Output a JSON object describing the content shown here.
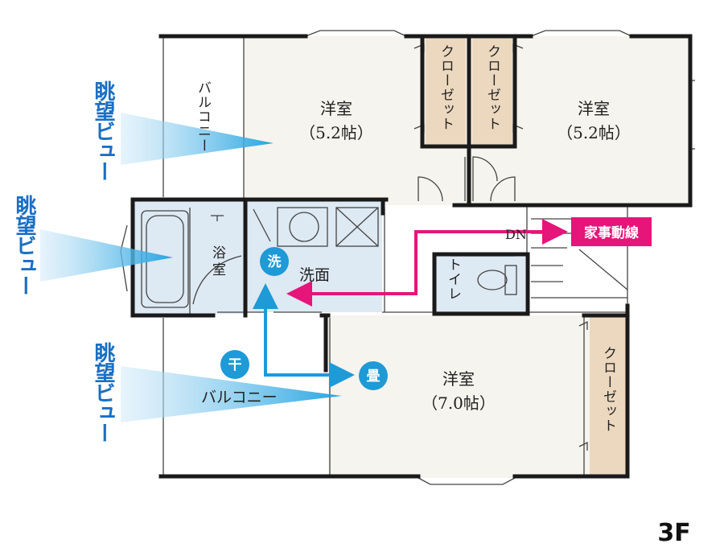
{
  "rooms": {
    "west_room_top": "洋室",
    "west_room_bottom": "（5.2帖）",
    "east_room_top": "洋室",
    "east_room_bottom": "（5.2帖）",
    "south_room_top": "洋室",
    "south_room_bottom": "（7.0帖）",
    "closet_a": "クローゼット",
    "closet_b": "クローゼット",
    "closet_c": "クローゼット",
    "north_balcony": "バルコニー",
    "south_balcony": "バルコニー",
    "bath": "浴室",
    "washroom": "洗面",
    "toilet": "トイレ",
    "stairs_down": "DN"
  },
  "labels": {
    "view_1": "眺望ビュー",
    "view_2": "眺望ビュー",
    "view_3": "眺望ビュー",
    "housework_route": "家事動線",
    "wash_badge": "洗",
    "dry_badge": "干",
    "fold_badge": "畳",
    "floor_level": "3F"
  },
  "colors": {
    "wall": "#1a1a1a",
    "wet_area": "#dde9f3",
    "closet": "#ecd8bf",
    "room_floor": "#f6f4ee",
    "housework_route": "#e5157a",
    "laundry_route": "#1e9ad6",
    "view_text": "#1a6fc4"
  }
}
